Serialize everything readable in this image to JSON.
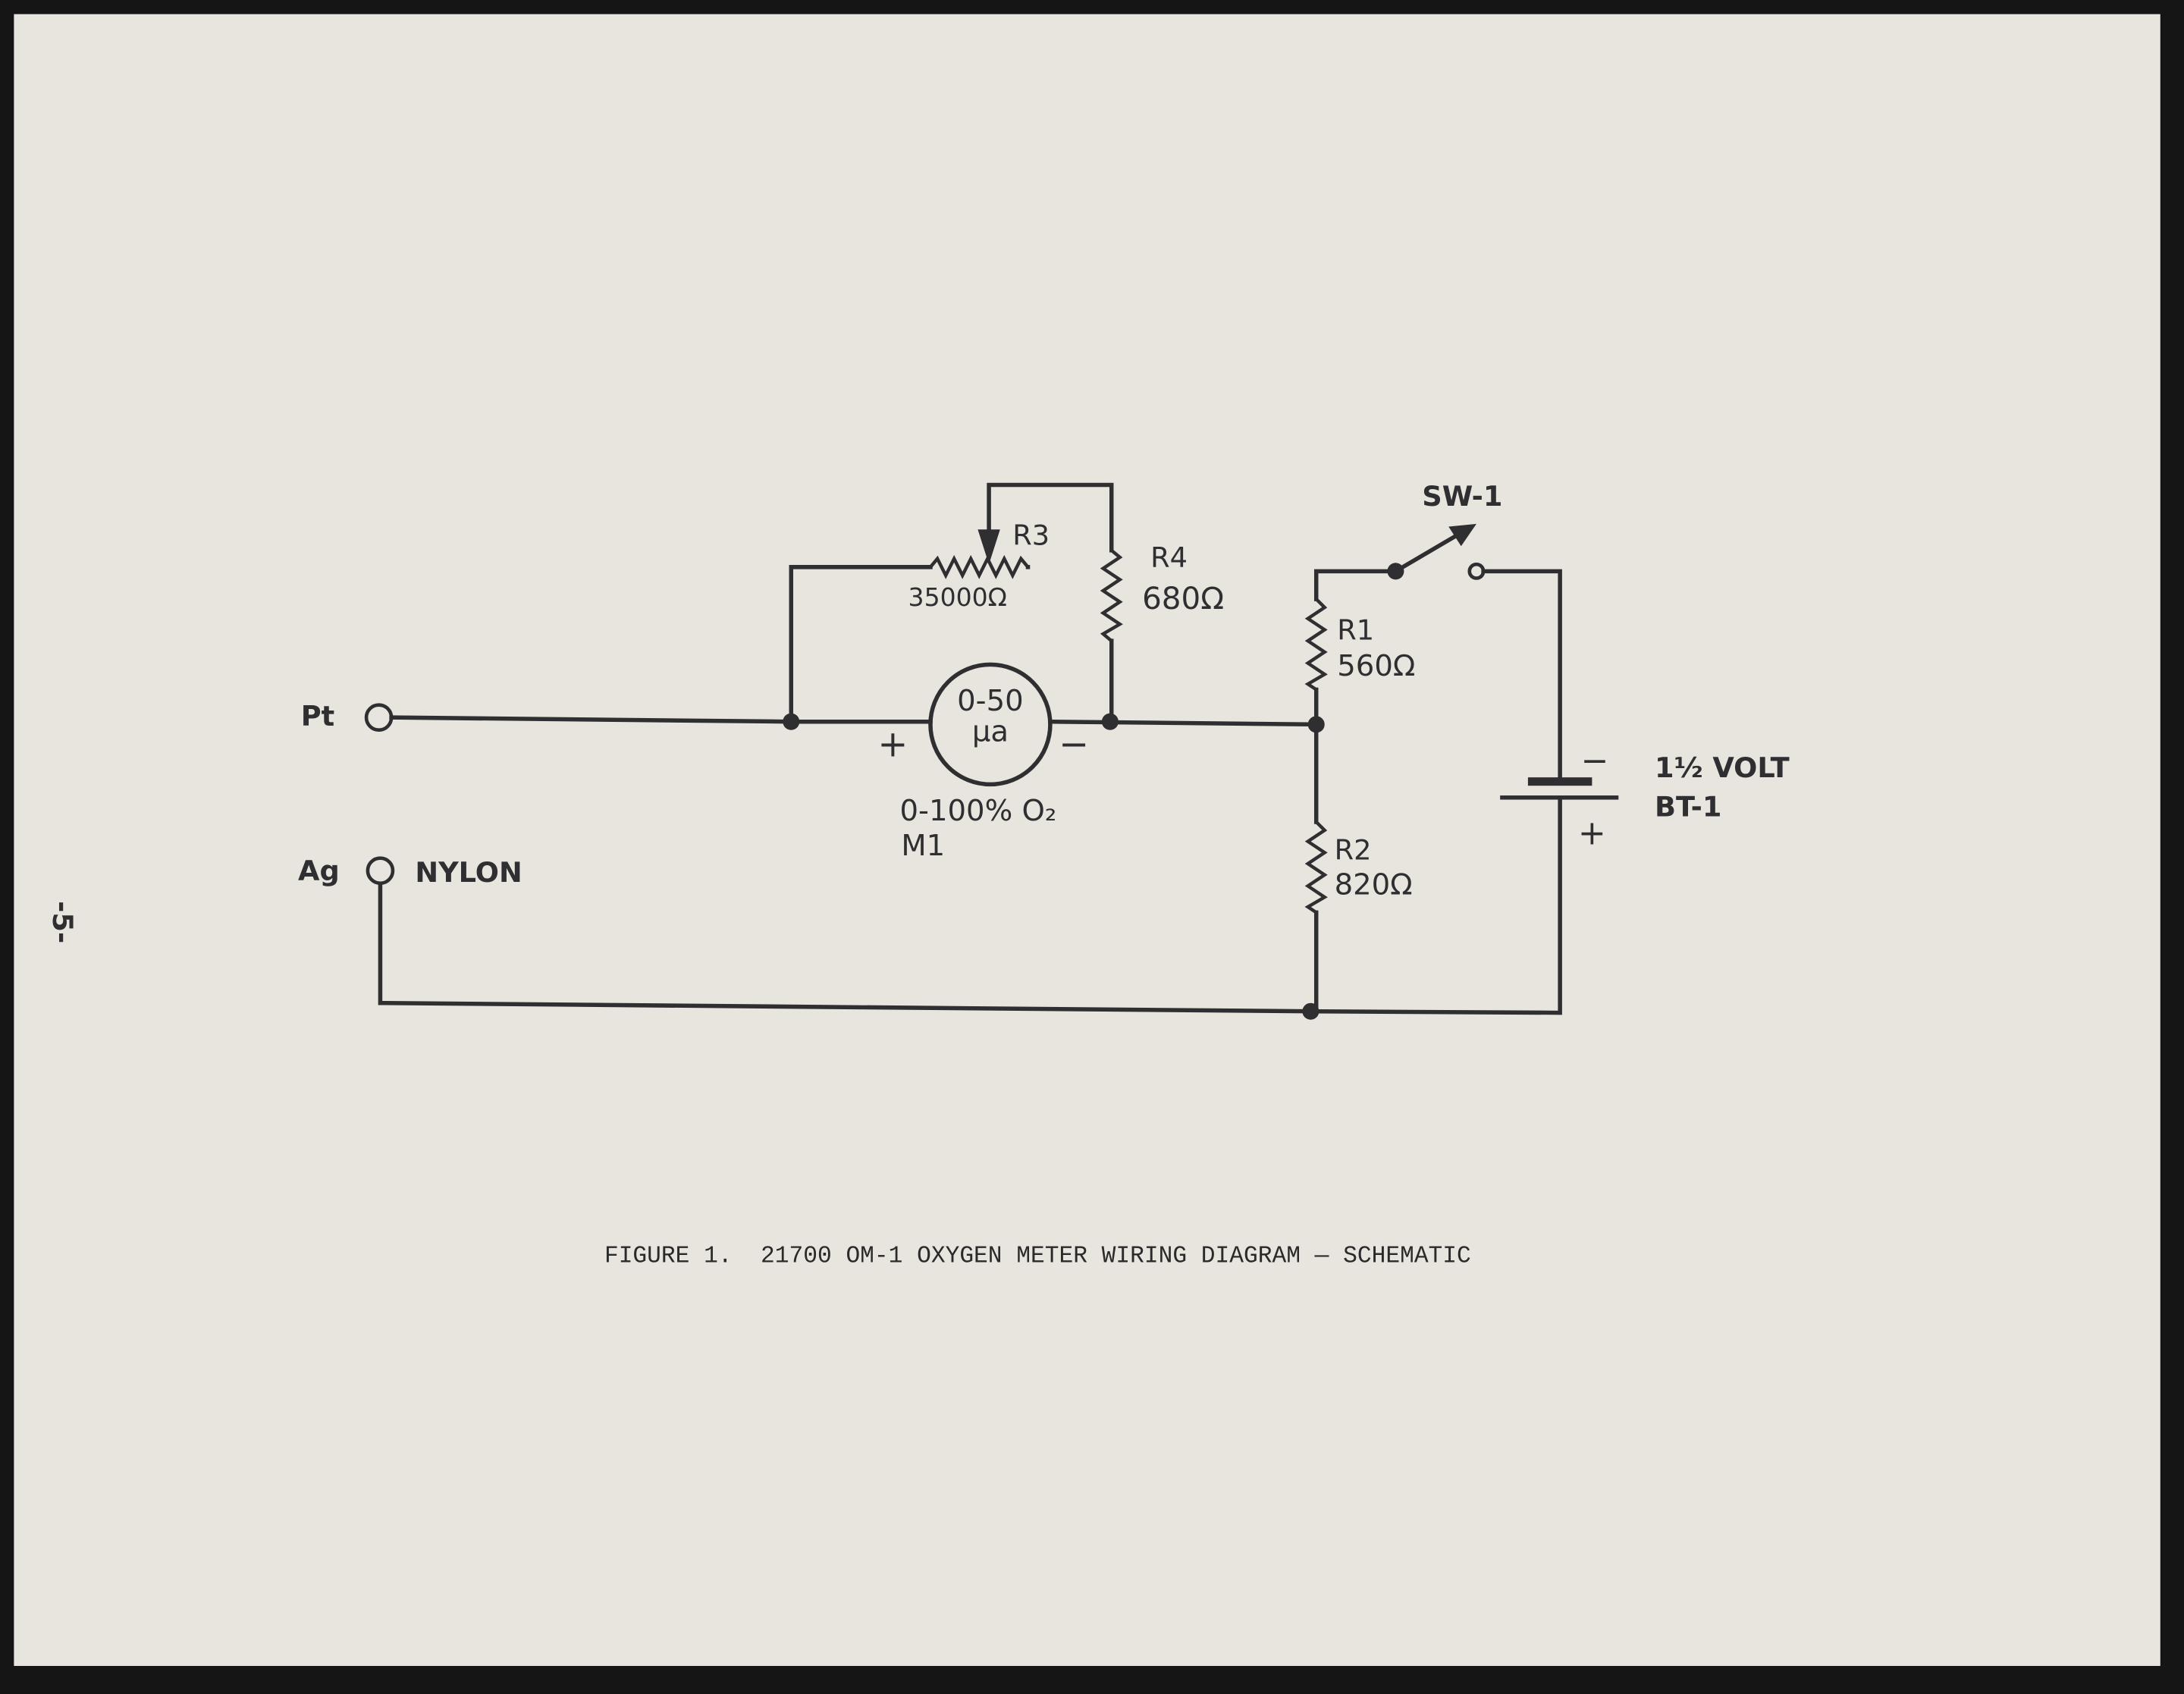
{
  "page": {
    "page_number": "-5-",
    "paper_color": "#e8e5df",
    "ink_color": "#2f2f31"
  },
  "terminals": {
    "pt": "Pt",
    "ag": "Ag",
    "nylon": "NYLON"
  },
  "meter": {
    "range": "0-50",
    "unit": "µa",
    "plus": "+",
    "minus": "−",
    "scale": "0-100% O₂",
    "designator": "M1"
  },
  "r3": {
    "name": "R3",
    "value": "35000Ω"
  },
  "r4": {
    "name": "R4",
    "value": "680Ω"
  },
  "switch": {
    "name": "SW-1"
  },
  "r1": {
    "name": "R1",
    "value": "560Ω"
  },
  "r2": {
    "name": "R2",
    "value": "820Ω"
  },
  "battery": {
    "voltage": "1½ VOLT",
    "name": "BT-1",
    "minus": "−",
    "plus": "+"
  },
  "caption": "FIGURE 1.  21700 OM-1 OXYGEN METER WIRING DIAGRAM — SCHEMATIC"
}
